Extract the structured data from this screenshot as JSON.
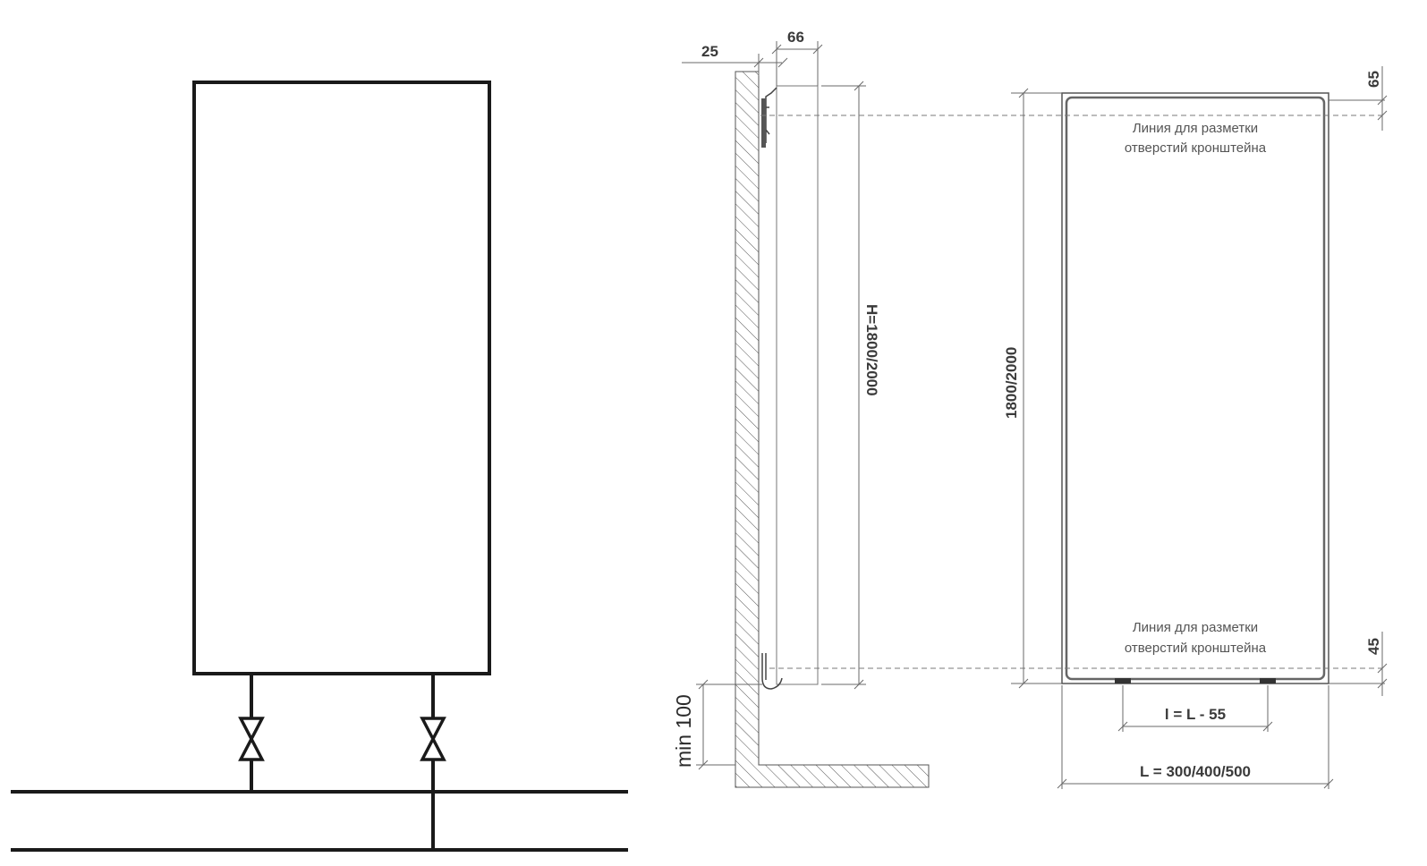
{
  "scheme": {
    "valve_left": "valve-icon",
    "valve_right": "valve-icon"
  },
  "side_view": {
    "dim_wall_gap": "25",
    "dim_depth": "66",
    "dim_height": "H=1800/2000",
    "dim_floor_clearance": "min 100"
  },
  "front_view": {
    "dim_height": "1800/2000",
    "dim_top_offset": "65",
    "dim_bottom_offset": "45",
    "note_top_line1": "Линия для разметки",
    "note_top_line2": "отверстий кронштейна",
    "note_bottom_line1": "Линия для разметки",
    "note_bottom_line2": "отверстий кронштейна",
    "dim_connection": "l = L - 55",
    "dim_length": "L = 300/400/500"
  },
  "colors": {
    "line_dark": "#1a1a1a",
    "line_thin": "#6a6a6a",
    "text": "#3a3a3a"
  }
}
